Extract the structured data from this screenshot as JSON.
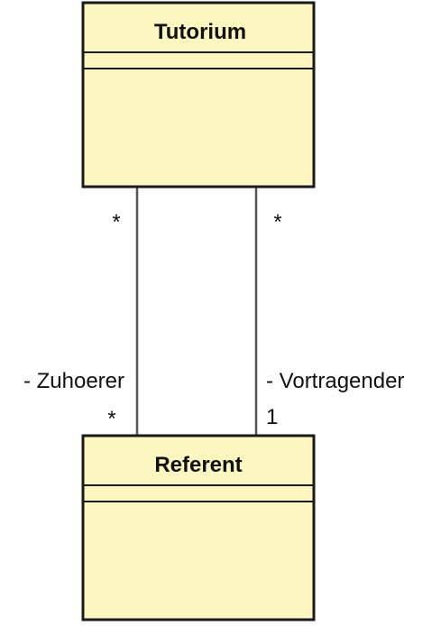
{
  "classes": {
    "tutorium": {
      "name": "Tutorium"
    },
    "referent": {
      "name": "Referent"
    }
  },
  "associations": {
    "zuhoerer": {
      "role": "- Zuhoerer",
      "multiplicity_top": "*",
      "multiplicity_bottom": "*"
    },
    "vortragender": {
      "role": "- Vortragender",
      "multiplicity_top": "*",
      "multiplicity_bottom": "1"
    }
  },
  "colors": {
    "class_fill": "#fcf7c0",
    "border": "#1a1a1a",
    "association_line": "#555555"
  }
}
